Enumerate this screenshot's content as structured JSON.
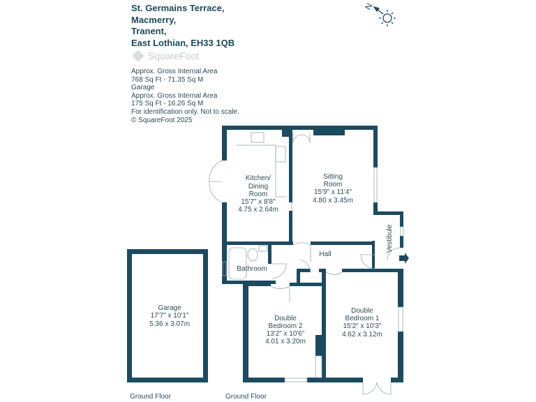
{
  "address": {
    "line1": "St. Germains Terrace,",
    "line2": "Macmerry,",
    "line3": "Tranent,",
    "line4": "East Lothian, EH33 1QB"
  },
  "logo": {
    "text": "SquareFoot"
  },
  "info": {
    "l1": "Approx. Gross Internal Area",
    "l2": "768 Sq Ft  -  71.35 Sq M",
    "l3": "Garage",
    "l4": "Approx. Gross Internal Area",
    "l5": "175 Sq Ft  -  16.26 Sq M",
    "l6": "For identification only. Not to scale.",
    "l7": "© SquareFoot 2025"
  },
  "compass": {
    "label": "N",
    "icon": "sun-compass-icon"
  },
  "colors": {
    "wall": "#1c4a5e",
    "text": "#2d4b58"
  },
  "rooms": {
    "kitchen": {
      "name1": "Kitchen/",
      "name2": "Dining",
      "name3": "Room",
      "imperial": "15'7\" x 8'8\"",
      "metric": "4.75 x 2.64m"
    },
    "sitting": {
      "name1": "Sitting",
      "name2": "Room",
      "imperial": "15'9\" x 11'4\"",
      "metric": "4.80 x 3.45m"
    },
    "bathroom": {
      "name": "Bathroom"
    },
    "hall": {
      "name": "Hall"
    },
    "vestibule": {
      "name": "Vestibule"
    },
    "bed2": {
      "name1": "Double",
      "name2": "Bedroom 2",
      "imperial": "13'2\" x 10'6\"",
      "metric": "4.01 x 3.20m"
    },
    "bed1": {
      "name1": "Double",
      "name2": "Bedroom 1",
      "imperial": "15'2\" x 10'3\"",
      "metric": "4.62 x 3.12m"
    },
    "garage": {
      "name": "Garage",
      "imperial": "17'7\" x 10'1\"",
      "metric": "5.36 x 3.07m"
    }
  },
  "floors": {
    "garage": "Ground Floor",
    "main": "Ground Floor"
  }
}
